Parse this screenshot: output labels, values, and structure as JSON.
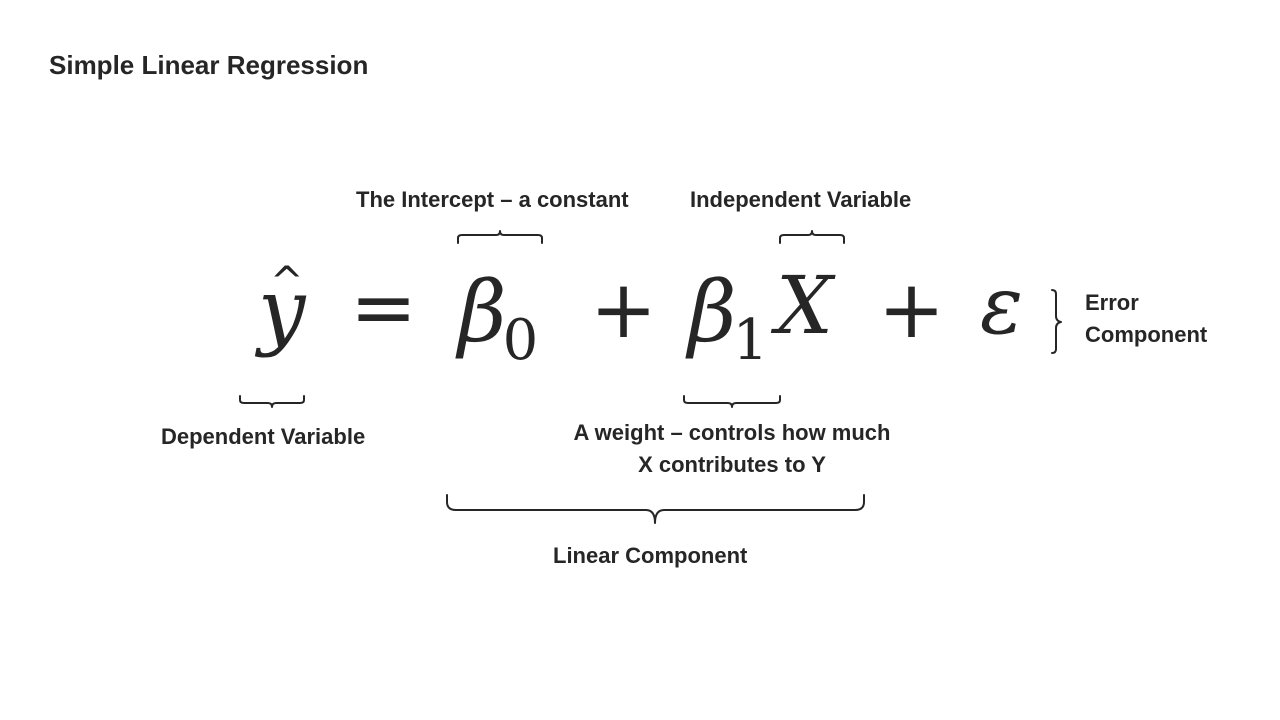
{
  "slide": {
    "title": "Simple Linear Regression"
  },
  "equation": {
    "y_hat": "y",
    "hat_mark": "^",
    "equals": "=",
    "beta": "β",
    "beta0_subscript": "0",
    "plus": "+",
    "beta1_subscript": "1",
    "x_var": "X",
    "epsilon": "ε"
  },
  "labels": {
    "intercept": "The Intercept – a constant",
    "independent_variable": "Independent Variable",
    "error_line1": "Error",
    "error_line2": "Component",
    "dependent_variable": "Dependent Variable",
    "weight_line1": "A weight – controls how much",
    "weight_line2": "X contributes to Y",
    "linear_component": "Linear Component"
  }
}
